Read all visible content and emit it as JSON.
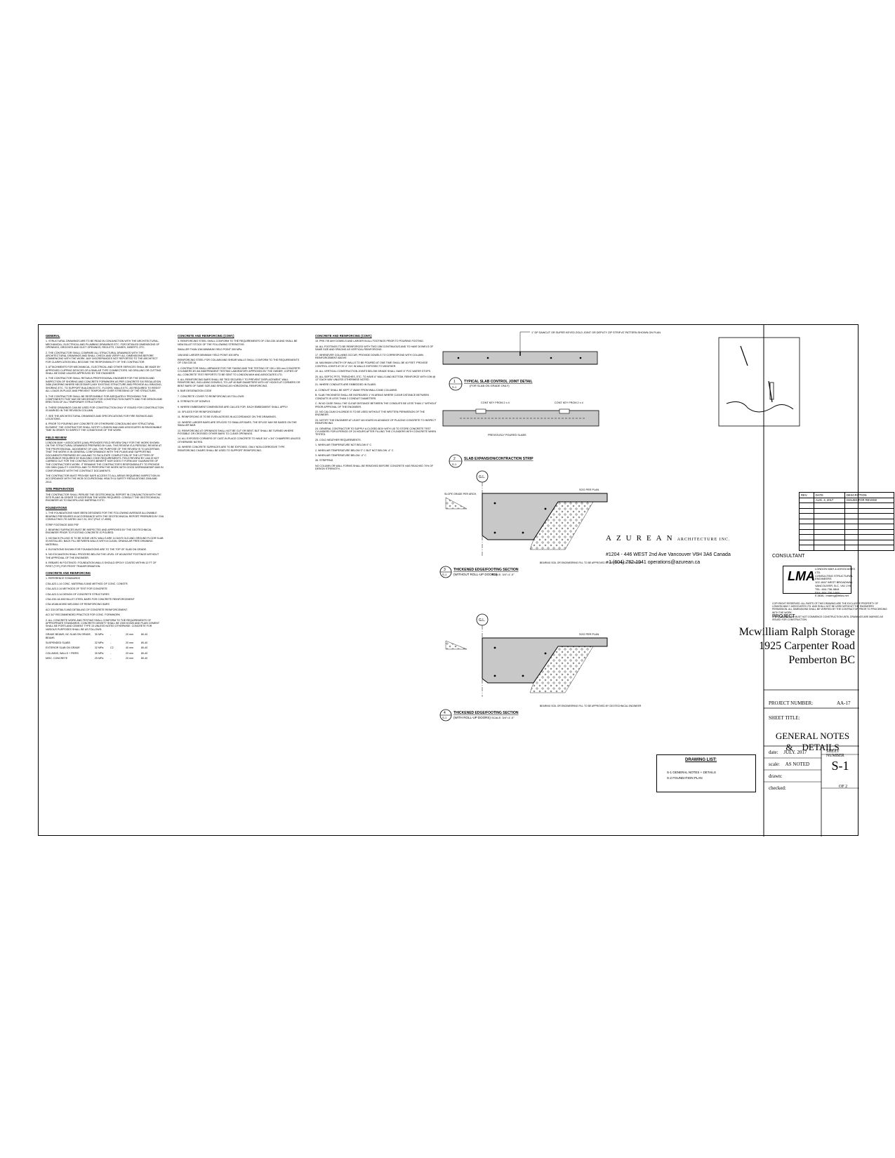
{
  "general_notes": {
    "general_heading": "GENERAL",
    "general_items": [
      "1. STRUCTURAL DRAWINGS ARE TO BE READ IN CONJUNCTION WITH THE ARCHITECTURAL, MECHANICAL, ELECTRICAL AND PLUMBING DRAWINGS ETC. FOR DETAILED DIMENSIONS OF OPENINGS, GROOVES AND DUCT OPENINGS, REGLETS, CHASES, INSERTS, ETC.",
      "2. THE CONTRACTOR SHALL COMPARE ALL STRUCTURAL DRAWINGS WITH THE ARCHITECTURAL DRAWINGS AND SHALL CHECK AND VERIFY ALL DIMENSIONS BEFORE COMMENCING WITH THE WORK. ANY DISCREPANCIES NOT REPORTED TO THE ARCHITECT FOR CLARIFICATION WILL BECOME THE RESPONSIBILITY OF THE CONTRACTOR.",
      "3. ATTACHMENTS FOR MECHANICAL, ELECTRICAL AND OTHER SERVICES SHALL BE MADE BY APPROVED CLIPPING DEVICES OR A SIMILAR TYPE CONNECTORS. NO DRILLING OR CUTTING SHALL BE DONE UNLESS APPROVED BY THE ENGINEER.",
      "4. THE CONTRACTOR SHALL RETAIN A PROFESSIONAL ENGINEER FOR THE DESIGN AND INSPECTION OF SHORING AND CONCRETE FORMWORK AS PER CONCRETE SIX REGULATION 3456 (SHORING WHERE NECESSARY) ANY EXISTING STRUCTURE AND PROVIDE ALL BRACING, SHORING ETC. TO SUPPORT BUILDINGS ETC. FLOORS, WALLS ETC. AS REQUIRED TO RESIST ALL LOADS IN PLACE AND PREVENT TEMPORARY OVER STRESSING OF THE STRUCTURE.",
      "5. THE CONTRACTOR SHALL BE RESPONSIBLE FOR ADEQUATELY PROVIDING THE COMPONENTS THAT MAY BE NECESSARY FOR CONSTRUCTION SAFETY AND THE DESIGN AND ERECTION OF ALL TEMPORARY STRUCTURES.",
      "6. THESE DRAWINGS CAN BE USED FOR CONSTRUCTION ONLY IF ISSUED FOR CONSTRUCTION IS MARKED IN THE REVISION COLUMN.",
      "7. SEE THE ARCHITECTURAL DRAWINGS AND SPECIFICATIONS FOR FIRE RATINGS AND LOCATIONS.",
      "8. PRIOR TO POURING ANY CONCRETE OR OTHERWISE CONCEALING ANY STRUCTURAL ELEMENT, THE CONTRACTOR SHALL NOTIFY LONDON MAH AND ASSOCIATES IN REASONABLE TIME IN ORDER TO INSPECT THE CONDITIONS OF THE WORK."
    ],
    "field_review_heading": "FIELD REVIEW",
    "field_review_text": "LONDON MAH + ASSOCIATES (LMA) PROVIDES FIELD REVIEW ONLY FOR THE WORK SHOWN ON THE STRUCTURAL DRAWINGS PREPARED BY LMA. THIS REVIEW IS A PERIODIC REVIEW AT THE PROFESSIONAL JUDGEMENT OF LMA. THE PURPOSE OF THE REVIEW IS TO ASCERTAIN THAT THE WORK IS IN GENERAL CONFORMANCE WITH THE PLANS AND SUPPORTING DOCUMENTS PREPARED BY LMA AND TO FACILITATE COMPLETION OF THE LETTERS OF ASSURANCE REQUIRED BY BUILDING CODE REQUIREMENTS. FIELD REVIEW BY LMA IS NOT CARRIED OUT FOR THE CONTRACTOR'S BENEFIT NOR DOES IT FORM ANY GUARANTEE OF THE CONTRACTOR'S WORK. IT REMAINS THE CONTRACTOR'S RESPONSIBILITY TO PROVIDE HIS OWN QUALITY CONTROL AND TO PERFORM THE WORK WITH GOOD WORKMANSHIP AND IN CONFORMANCE WITH THE CONTRACT DOCUMENTS.",
    "field_review_text2": "THE CONTRACTOR MUST PROVIDE SAFE ACCESS TO ALL AREAS REQUIRING INSPECTION IN ACCORDANCE WITH THE WCB OCCUPATIONAL HEALTH & SAFETY REGULATIONS 2006 AND 2013.",
    "site_prep_heading": "SITE PREPARATION",
    "site_prep_text": "THE CONTRACTOR SHALL PERUSE THE GEOTECHNICAL REPORT IN CONJUNCTION WITH THE SITE PLANS IN ORDER TO ASCERTAIN THE WORK REQUIRED. CONSULT THE GEOTECHNICAL ENGINEER AS TO BACKFILLING MATERIALS ETC.",
    "foundations_heading": "FOUNDATIONS",
    "foundations_items": [
      "1. THE FOUNDATIONS HAVE BEEN DESIGNED FOR THE FOLLOWING AVERAGE ALLOWABLE BEARING PRESSURES IN ACCORDANCE WITH THE GEOTECHNICAL REPORT PREPARED BY GVA CONSULTING LTD DATED JULY 24, 2017 (FILE 17-4599).",
      "STRIP FOOTINGS 3000 PSF",
      "2. BEARING SURFACES MUST BE INSPECTED AND APPROVED BY THE GEOTECHNICAL ENGINEER PRIOR TO FOOTING CONCRETE IS POURED.",
      "3. NO BACK FILLING IS TO BE DONE UNTIL WALLS ARE 14 DAYS OLD AND GROUND FLOOR SLAB IS INSTALLED. BACK FILL BETWEEN WALLS WITH A CLEAN, GRANULAR FREE DRAINING MATERIAL.",
      "4. ELEVATIONS SHOWN FOR FOUNDATIONS ARE TO THE TOP OF SLAB ON GRADE.",
      "5. NO EXCAVATION SHALL PROCEED BELOW THE LEVEL OF ADJACENT FOOTINGS WITHOUT THE APPROVAL OF THE ENGINEER.",
      "6. REBARS IN FOOTINGS / FOUNDATION WALLS SHOULD EPOXY COATED WITHIN 12 FT OF FIRST (TYP.) FOR FROST TRANSFORMATION."
    ],
    "concrete_heading": "CONCRETE AND REINFORCING",
    "concrete_items": [
      "1. REFERENCE STANDARDS",
      "CSA-A23.1-14 CONC. MATERIALS AND METHOD OF CONC. CONSTR.",
      "CSA-A23.2-14 METHODS OF TEST FOR CONCRETE",
      "CSA-A23.3-14 DESIGN OF CONCRETE STRUCTURES",
      "CSA-G30.18-M92 BILLET-STEEL BARS FOR CONCRETE REINFORCEMENT",
      "CSA-W186-M1990 WELDING OF REINFORCING BARS",
      "ACI 315 DETAILS AND DETAILING OF CONCRETE REINFORCEMENT",
      "ACI 347 RECOMMENDED PRACTICE FOR CONC. FORMWORK",
      "2. ALL CONCRETE WORK AND TESTING SHALL CONFORM TO THE REQUIREMENTS OF APPROPRIATE STANDARDS. CONCRETE DENSITY SHALL BE 2300 KG/M3 AND PLAIN CEMENT SHALL BE PORTLAND CEMENT TYPE 10 UNLESS NOTED OTHERWISE. CONCRETE FOR VARIOUS PURPOSES SHALL BE AS FOLLOWS:"
    ],
    "concrete_table": [
      [
        "GRADE BEAMS, NC SLAB ON GRADE, BEAMS",
        "30 MPa",
        "-",
        "20 mm",
        "80-40"
      ],
      [
        "SUSPENDED SLABS",
        "32 MPa",
        "-",
        "20 mm",
        "80-40"
      ],
      [
        "EXTERIOR SLAB ON GRADE",
        "32 MPa",
        "C2",
        "40 mm",
        "80-40"
      ],
      [
        "COLUMNS, WALLS + PIERS",
        "30 MPa",
        "-",
        "20 mm",
        "80-40"
      ],
      [
        "MISC. CONCRETE",
        "25 MPa",
        "-",
        "20 mm",
        "80-40"
      ]
    ]
  },
  "concrete_cont": {
    "heading": "CONCRETE AND REINFORCING (CONT.)",
    "items": [
      "3. REINFORCING STEEL SHALL CONFORM TO THE REQUIREMENTS OF CSA G30.18 AND SHALL BE NEW BILLET STOCK OF THE FOLLOWING STRENGTHS:",
      "SMALLER THAN 10M MINIMUM YIELD POINT 300 MPa",
      "10M AND LARGER MINIMUM YIELD POINT 400 MPa",
      "REINFORCING STEEL FOR COLUMN AND SHEAR WALLS SHALL CONFORM TO THE REQUIREMENTS OF CSA G30.18.",
      "4. CONTRACTOR SHALL ARRANGE FOR THE TAKING AND THE TESTING OF 150 x 300 mm CONCRETE CYLINDERS BY AN INDEPENDENT TESTING LABORATORY APPROVED BY THE OWNER. COPIES OF ALL CONCRETE TEST REPORTS TO BE SENT TO LONDON MAH AND ASSOCIATES LTD.",
      "5. ALL REINFORCING BARS SHALL BE TIED SECURELY TO PREVENT DISPLACEMENT. WALL REINFORCING, INCLUDING DOWELS, TO LAP 40 BAR DIAMETERS WITH 45° HOOKS AT CORNERS OR BENT BARS OF SAME SIZE AND SPACING AS HORIZONTAL REINFORCING.",
      "6. BAR DESIGNATION CODE",
      "7. CONCRETE COVER TO REINFORCING AS FOLLOWS:",
      "8. STRENGTH OF DOWELS",
      "9. WHERE EMBEDMENT DIMENSIONS ARE CALLED FOR, EACH EMBEDMENT SHALL APPLY.",
      "10. SPLICES FOR REINFORCEMENT",
      "11. REINFORCING IS TO BE EVEN ACROSS IN ACCORDANCE ON THE DRAWINGS.",
      "12. WHERE LARGER BARS ARE SPLICED TO SMALLER BARS, THE SPLICE MAY BE BASED ON THE SMALLER BAR.",
      "13. REINFORCING AT OPENINGS SHALL NOT BE CUT OR BENT, BUT SHALL BE TURNED WHERE POSSIBLE OR CROSSED OTHER BARS TO CLEAR OPENINGS.",
      "14. ALL EXPOSED CORNERS OF CAST-IN-PLACE CONCRETE TO HAVE 3/4\" x 3/4\" CHAMFERS UNLESS OTHERWISE NOTED.",
      "15. WHERE CONCRETE SURFACES ARE TO BE EXPOSED, ONLY NON-CORROSIVE TYPE REINFORCING CHAIRS SHALL BE USED TO SUPPORT REINFORCING."
    ]
  },
  "concrete_cont2": {
    "heading": "CONCRETE AND REINFORCING (CONT.)",
    "items": [
      "15. PRE-TIE ANY DOWELS AND LARGER IN ALL FOOTINGS PRIOR TO POURING FOOTING.",
      "16. ALL FOOTINGS TO BE REINFORCED WITH TWO 15M CONTINUOUS AND TO HAVE DOWELS OF SAME SIZE AND SPACING AS VERTICAL REINFORCING.",
      "17. WHENEVER COLUMNS OCCUR, PROVIDE DOWELS TO CORRESPOND WITH COLUMN REINFORCEMENT ABOVE.",
      "18. MAXIMUM LENGTH OF WALLS TO BE POURED AT ONE TIME SHALL BE 40 FEET. PROVIDE CONTROL JOINTS AT 20'-0\" O/C IN WALLS EXPOSED TO WEATHER.",
      "19. ALL VERTICAL CONSTRUCTION JOINTS BELOW GRADE SHALL HAVE 6\" PVC WATER STOPS.",
      "20. ALL SEPTIC PITS, TRENCHES, ETC. TO HAVE 6\" WALLS AND BOTTOM, REINFORCE WITH 10M @ 12\" EACH WAY UNLESS OTHERWISE NOTED.",
      "21. WHERE CONDUITS ARE EMBEDDED IN SLABS:",
      "A. CONDUIT SHALL BE KEPT 2\" AWAY FROM WALLS AND COLUMNS.",
      "B. SLAB THICKNESS SHALL BE INCREASED 1\" IN AREAS WHERE CLEAR DISTANCE BETWEEN CONDUITS IS LESS THAN 3 CONDUIT DIAMETERS.",
      "C. IN NO CASE SHALL THE CLEAR DISTANCE BETWEEN THE CONDUITS BE LESS THAN 1\" WITHOUT PRIOR APPROVAL OF THE ENGINEER.",
      "22. NO CALCIUM CHLORIDE IS TO BE USED WITHOUT THE WRITTEN PERMISSION OF THE ENGINEER.",
      "23. NOTIFY THE ENGINEER AT LEAST 48 HOURS IN ADVANCE OF PLACING CONCRETE TO INSPECT REINFORCING.",
      "24. GENERAL CONTRACTOR TO SUPPLY A CLOSED BOX WITH LID TO STORE CONCRETE TEST CYLINDERS FOR A PERIOD OF 24 HOURS AFTER FILLING THE CYLINDERS WITH CONCRETE WHEN TESTED.",
      "25. COLD WEATHER REQUIREMENTS",
      "1. WHEN AIR TEMPERATURE NOT BELOW 0° C",
      "2. WHEN AIR TEMPERATURE BELOW 0° C BUT NOT BELOW -4° C",
      "3. WHEN AIR TEMPERATURE BELOW -4° C",
      "26. STRIPPING",
      "NO COLUMN OR WALL FORMS SHALL BE REMOVED BEFORE CONCRETE HAS REACHED 70% OF DESIGN STRENGTH."
    ]
  },
  "details": {
    "d1_title": "TYPICAL SLAB CONTROL JOINT DETAIL",
    "d1_sub": "(FOR SLAB ON GRADE ONLY)",
    "d1_note": "1\" DP SAWCUT OR SUPER KEYED ZOLD JOINT OR DEPUTY ZIP STRIP AT PATTERN SHOWN ON PLAN",
    "d1_bubble_top": "1",
    "d1_bubble_bot": "S-1",
    "d2_title": "SLAB EXPANSION/CONTRACTION STRIP",
    "d2_note1": "CONT KEY FROM 2 x 4",
    "d2_note2": "CONT KEY FROM 2 x 4",
    "d2_note3": "PREVIOUSLY POURED SLABS",
    "d2_bubble_top": "2",
    "d2_bubble_bot": "S-1",
    "d3_title": "THICKENED EDGE/FOOTING SECTION",
    "d3_sub": "(WITHOUT ROLL-UP DOORS)",
    "d3_scale": "SCALE: 3/4\"=1'-0\"",
    "d3_bubble_top": "3",
    "d3_bubble_bot": "S-1",
    "d4_title": "THICKENED EDGE/FOOTING SECTION",
    "d4_sub": "(WITH ROLL-UP DOORS)",
    "d4_scale": "SCALE: 3/4\"=1'-0\"",
    "d4_bubble_top": "4",
    "d4_bubble_bot": "S-1",
    "gl_label": "G.L.",
    "sog_label": "SOG PER PLAN",
    "slope_label": "SLOPE GRADE PER ARCH.",
    "bearing_label": "BEARING SOIL OR ENGINEERING FILL TO BE APPROVED BY GEOTECHNICAL ENGINEER"
  },
  "titleblock": {
    "firm_name": "AZUREAN",
    "firm_suffix": "ARCHITECTURE INC.",
    "firm_address": "#1204 - 446 WEST 2nd Ave   Vancouver  V6H 3A6   Canada",
    "firm_contact": "+1 (604) 782-1941   operations@azurean.ca",
    "rev_headers": [
      "REV.",
      "DATE",
      "DESCRIPTION"
    ],
    "rev_rows": [
      [
        "",
        "AUG. 3, 2017",
        "ISSUED FOR REVIEW"
      ],
      [
        "",
        "",
        ""
      ],
      [
        "",
        "",
        ""
      ],
      [
        "",
        "",
        ""
      ],
      [
        "",
        "",
        ""
      ],
      [
        "",
        "",
        ""
      ],
      [
        "",
        "",
        ""
      ],
      [
        "",
        "",
        ""
      ],
      [
        "",
        "",
        ""
      ],
      [
        "",
        "",
        ""
      ]
    ],
    "consultant_label": "CONSULTANT",
    "engineer_logo": "LMA",
    "engineer_name": "LONDON MAH & ASSOCIATES LTD.",
    "engineer_sub": "CONSULTING STRUCTURAL ENGINEERS",
    "engineer_addr": "102-1847 WEST BROADWAY, VANCOUVER, B.C. V6J 1Y6",
    "engineer_tel": "TEL: 604-736-9844",
    "engineer_fax": "FAX: 604-736-1469",
    "engineer_email": "E-MAIL: lmaeng@telus.net",
    "copyright": "COPYRIGHT RESERVED. ALL PARTS OF THIS DRAWING ARE THE EXCLUSIVE PROPERTY OF LONDON MAH + ASSOCIATES LTD. AND SHALL NOT BE USED WITHOUT THE ENGINEERS PERMISSION. ALL DIMENSIONS SHALL BE VERIFIED BY THE CONTRACTOR PRIOR TO PROCEEDING WITH THE WORK.",
    "copyright2": "THE CONTRACTOR MUST NOT COMMENCE CONSTRUCTION UNTIL DRAWINGS ARE MARKED AS ISSUED FOR CONSTRUCTION.",
    "project_label": "PROJECT",
    "project_line1": "Mcwilliam Ralph Storage",
    "project_line2": "1925 Carpenter Road",
    "project_line3": "Pemberton BC",
    "project_number_label": "PROJECT NUMBER:",
    "project_number": "AA-17",
    "sheet_title_label": "SHEET TITLE:",
    "sheet_title_line1": "GENERAL NOTES",
    "sheet_title_line2": "&    DETAILS",
    "date_label": "date:",
    "date_value": "JULY. 2017",
    "scale_label": "scale:",
    "scale_value": "AS NOTED",
    "drawn_label": "drawn:",
    "checked_label": "checked:",
    "sheet_number_label": "SHEET NUMBER",
    "sheet_number": "S-1",
    "sheet_of": "OF 2"
  },
  "drawing_list": {
    "title": "DRAWING LIST:",
    "items": [
      "S-1   GENERAL NOTES + DETAILS",
      "S-2   FOUNDATION PLAN"
    ]
  }
}
